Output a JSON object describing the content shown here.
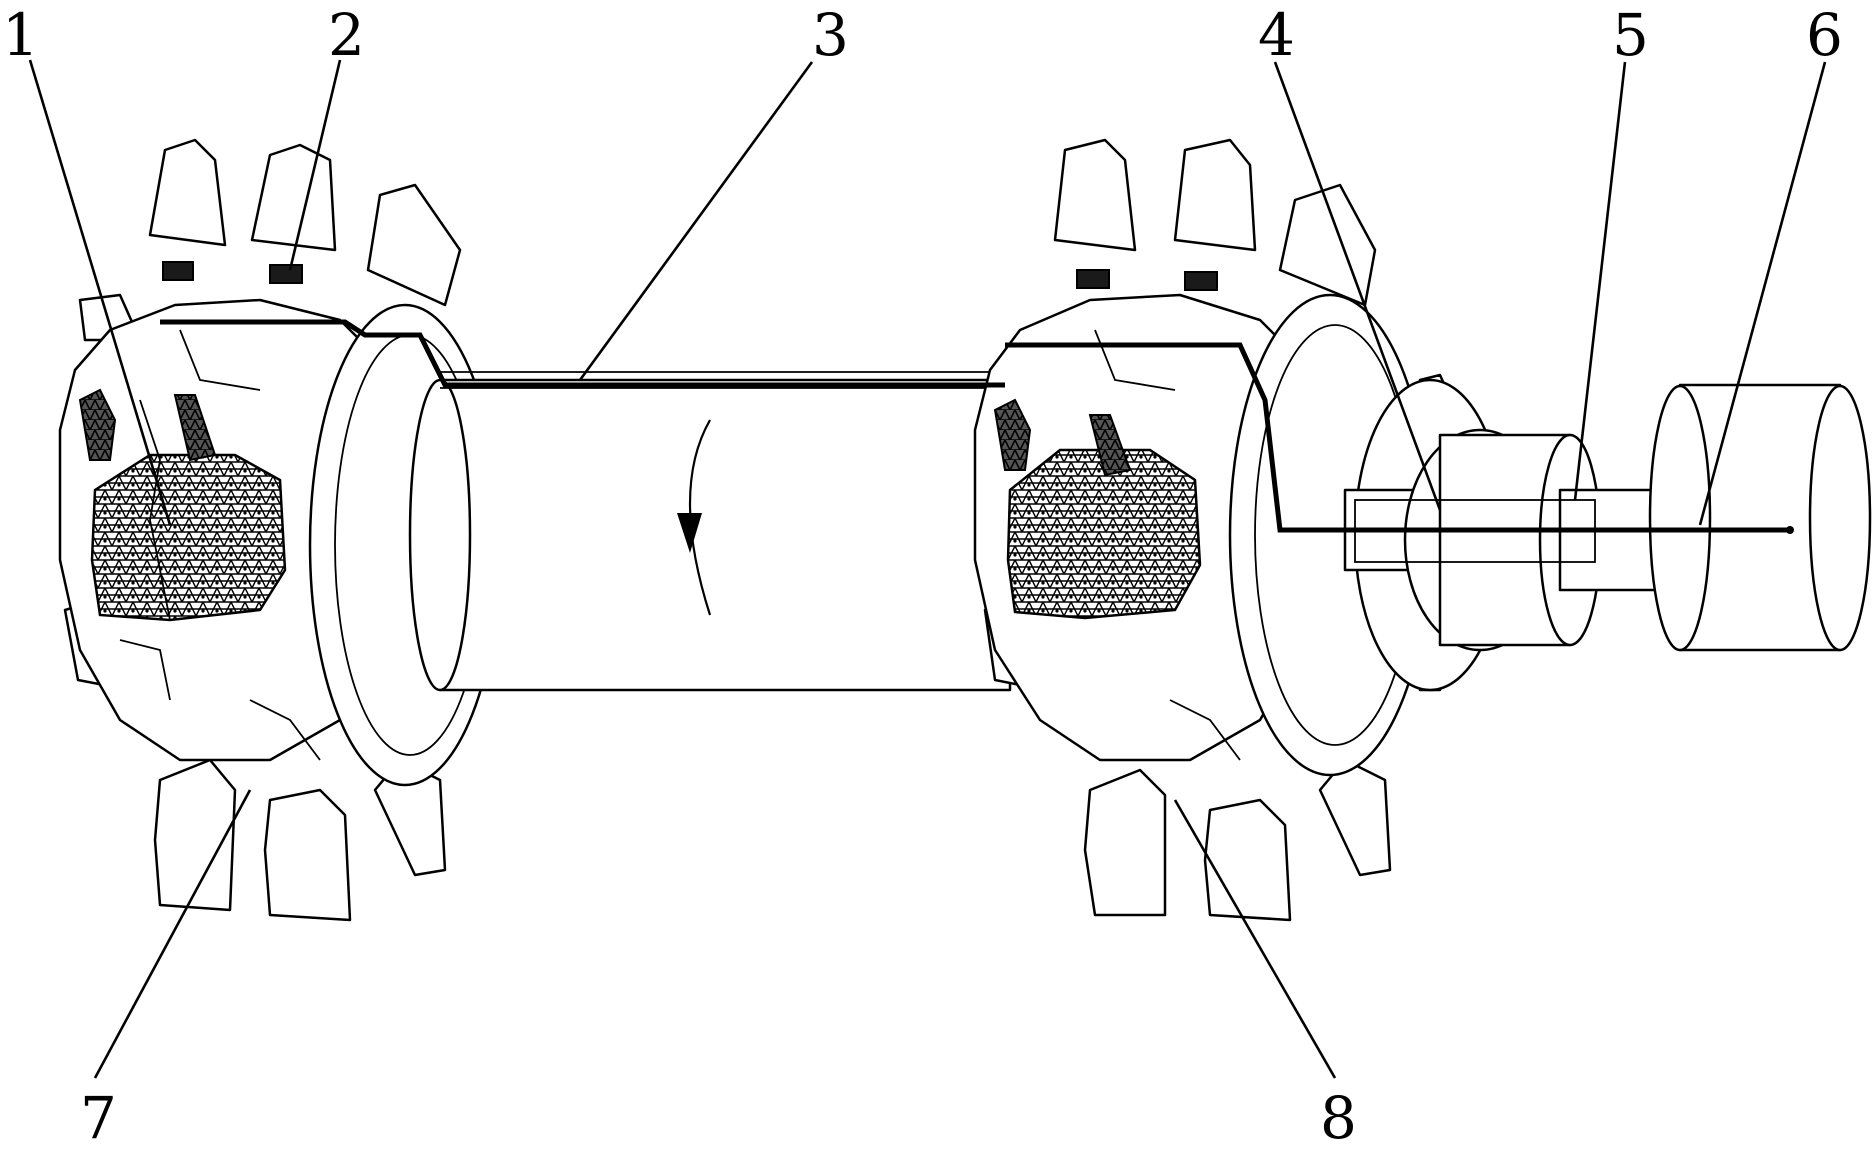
{
  "figure": {
    "callouts": [
      {
        "id": "1",
        "label": "1"
      },
      {
        "id": "2",
        "label": "2"
      },
      {
        "id": "3",
        "label": "3"
      },
      {
        "id": "4",
        "label": "4"
      },
      {
        "id": "5",
        "label": "5"
      },
      {
        "id": "6",
        "label": "6"
      },
      {
        "id": "7",
        "label": "7"
      },
      {
        "id": "8",
        "label": "8"
      }
    ],
    "colors": {
      "line": "#000000",
      "fill": "#ffffff",
      "sensor": "#1a1a1a"
    },
    "icons": [
      "rotation-arrow-icon"
    ]
  }
}
